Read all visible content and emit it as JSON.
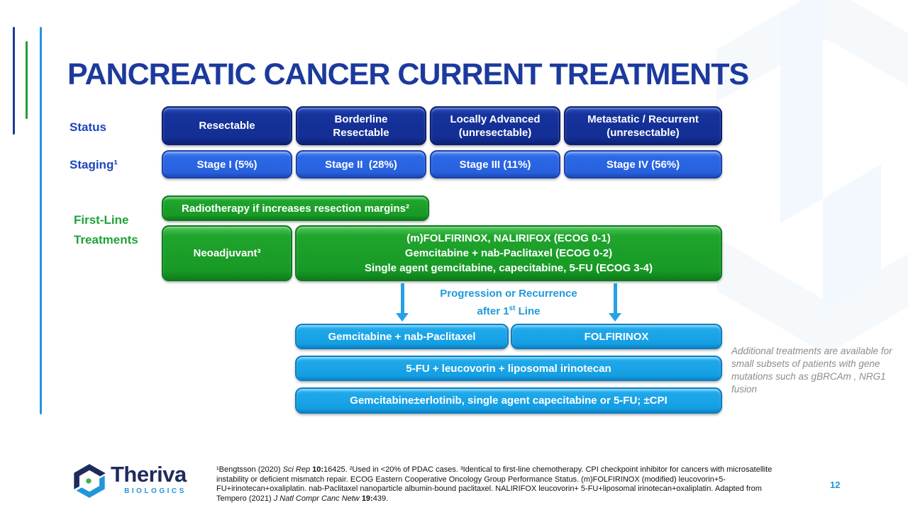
{
  "slide": {
    "title": "PANCREATIC CANCER CURRENT TREATMENTS",
    "page_number": "12"
  },
  "row_labels": {
    "status": "Status",
    "staging": "Staging¹",
    "first_line_1": "First-Line",
    "first_line_2": "Treatments"
  },
  "status_row": [
    {
      "lines": [
        "Resectable"
      ]
    },
    {
      "lines": [
        "Borderline",
        "Resectable"
      ]
    },
    {
      "lines": [
        "Locally Advanced",
        "(unresectable)"
      ]
    },
    {
      "lines": [
        "Metastatic / Recurrent",
        "(unresectable)"
      ]
    }
  ],
  "staging_row": [
    "Stage I (5%)",
    "Stage II  (28%)",
    "Stage III (11%)",
    "Stage IV (56%)"
  ],
  "first_line": {
    "radiotherapy": "Radiotherapy if increases resection margins²",
    "neoadjuvant": "Neoadjuvant³",
    "combined_lines": [
      "(m)FOLFIRINOX, NALIRIFOX (ECOG 0-1)",
      "Gemcitabine + nab-Paclitaxel (ECOG 0-2)",
      "Single agent gemcitabine, capecitabine, 5-FU (ECOG 3-4)"
    ]
  },
  "progression": {
    "line1": "Progression or Recurrence",
    "line2_pre": "after 1",
    "line2_sup": "st",
    "line2_post": " Line"
  },
  "second_line": {
    "row1": [
      "Gemcitabine + nab-Paclitaxel",
      "FOLFIRINOX"
    ],
    "row2": "5-FU + leucovorin + liposomal irinotecan",
    "row3": "Gemcitabine±erlotinib, single agent capecitabine or 5-FU; ±CPI"
  },
  "side_note": "Additional treatments are available for small subsets of patients with gene mutations such as gBRCAm , NRG1 fusion",
  "footer": {
    "logo_name": "Theriva",
    "logo_sub": "BIOLOGICS",
    "footnote_segments": [
      {
        "t": "¹Bengtsson (2020) "
      },
      {
        "t": "Sci Rep ",
        "i": true
      },
      {
        "t": "10:",
        "b": true
      },
      {
        "t": "16425. ²Used in <20% of PDAC cases. ³Identical to first-line chemotherapy. CPI checkpoint inhibitor for cancers with microsatellite instability or deficient mismatch repair. ECOG Eastern Cooperative Oncology Group Performance Status. (m)FOLFIRINOX (modified) leucovorin+5-FU+irinotecan+oxaliplatin. nab-Paclitaxel nanoparticle albumin-bound paclitaxel. NALIRIFOX leucovorin+ 5-FU+liposomal irinotecan+oxaliplatin. Adapted from Tempero (2021) "
      },
      {
        "t": "J Natl Compr Canc Netw ",
        "i": true
      },
      {
        "t": "19:",
        "b": true
      },
      {
        "t": "439."
      }
    ]
  },
  "colors": {
    "title_navy": "#1c3a9d",
    "label_blue": "#1d45be",
    "label_green": "#1fa237",
    "dark_box_blue": "#16339c",
    "stage_blue": "#2c69e6",
    "treatment_green": "#1fa42c",
    "treatment_cyan": "#1fa8ea",
    "arrow_blue": "#29a0e6",
    "progression_blue": "#1d9ad8",
    "note_gray": "#8c8c8c",
    "page_number_blue": "#2196d9",
    "watermark_tint": "#f6f9fc"
  }
}
